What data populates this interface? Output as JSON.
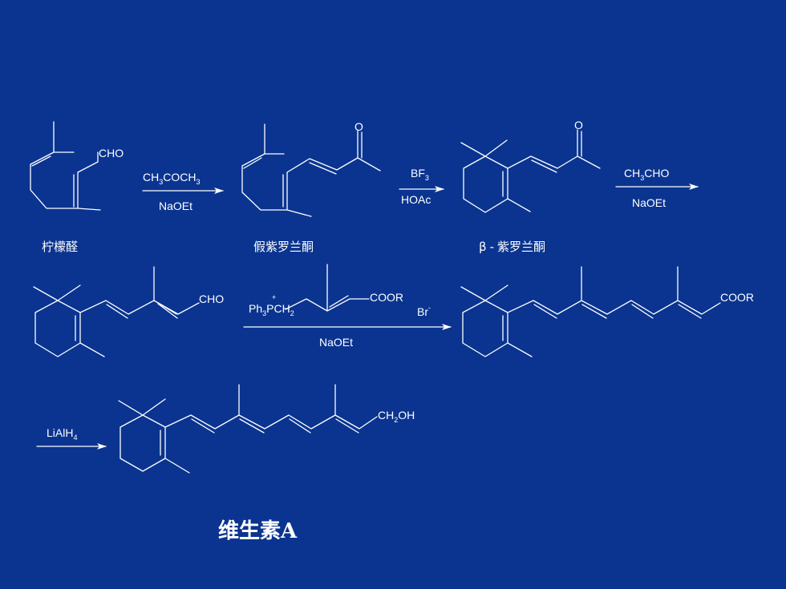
{
  "compounds": {
    "citral": {
      "name": "柠檬醛",
      "group": "CHO"
    },
    "pseudoionone": {
      "name": "假紫罗兰酮",
      "oxygen": "O"
    },
    "beta_ionone": {
      "name_prefix": "β",
      "name_sep": "-",
      "name": "紫罗兰酮",
      "oxygen": "O"
    },
    "aldehyde": {
      "group": "CHO"
    },
    "ester": {
      "group": "COOR"
    },
    "vitamin_a": {
      "name": "维生素A",
      "group_ch": "CH",
      "group_sub": "2",
      "group_oh": "OH"
    }
  },
  "reactions": {
    "step1": {
      "reagent_top": [
        "CH",
        "3",
        "COCH",
        "3"
      ],
      "reagent_bottom": "NaOEt"
    },
    "step2": {
      "reagent_top": [
        "BF",
        "3"
      ],
      "reagent_bottom": "HOAc"
    },
    "step3": {
      "reagent_top": [
        "CH",
        "3",
        "CHO"
      ],
      "reagent_bottom": "NaOEt"
    },
    "step4": {
      "ylide": {
        "charge": "+",
        "ph": "Ph",
        "ph_sub": "3",
        "pch": "PCH",
        "ch_sub": "2",
        "ester": "COOR",
        "anion": "Br",
        "anion_charge": "-"
      },
      "reagent_bottom": "NaOEt"
    },
    "step5": {
      "reagent_top": [
        "LiAlH",
        "4"
      ]
    }
  }
}
